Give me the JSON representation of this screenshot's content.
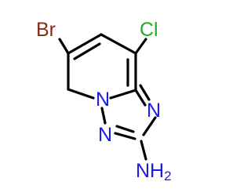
{
  "molecule": {
    "atoms": {
      "br": {
        "text": "Br",
        "color": "#8B2A18"
      },
      "cl": {
        "text": "Cl",
        "color": "#1FB01F"
      },
      "n1": {
        "text": "N",
        "color": "#1A1AE6"
      },
      "n3": {
        "text": "N",
        "color": "#1A1AE6"
      },
      "n4": {
        "text": "N",
        "color": "#1A1AE6"
      },
      "nh2": {
        "text": "NH",
        "sub": "2",
        "color": "#1A1AE6"
      }
    },
    "bond_color": "#000000"
  }
}
